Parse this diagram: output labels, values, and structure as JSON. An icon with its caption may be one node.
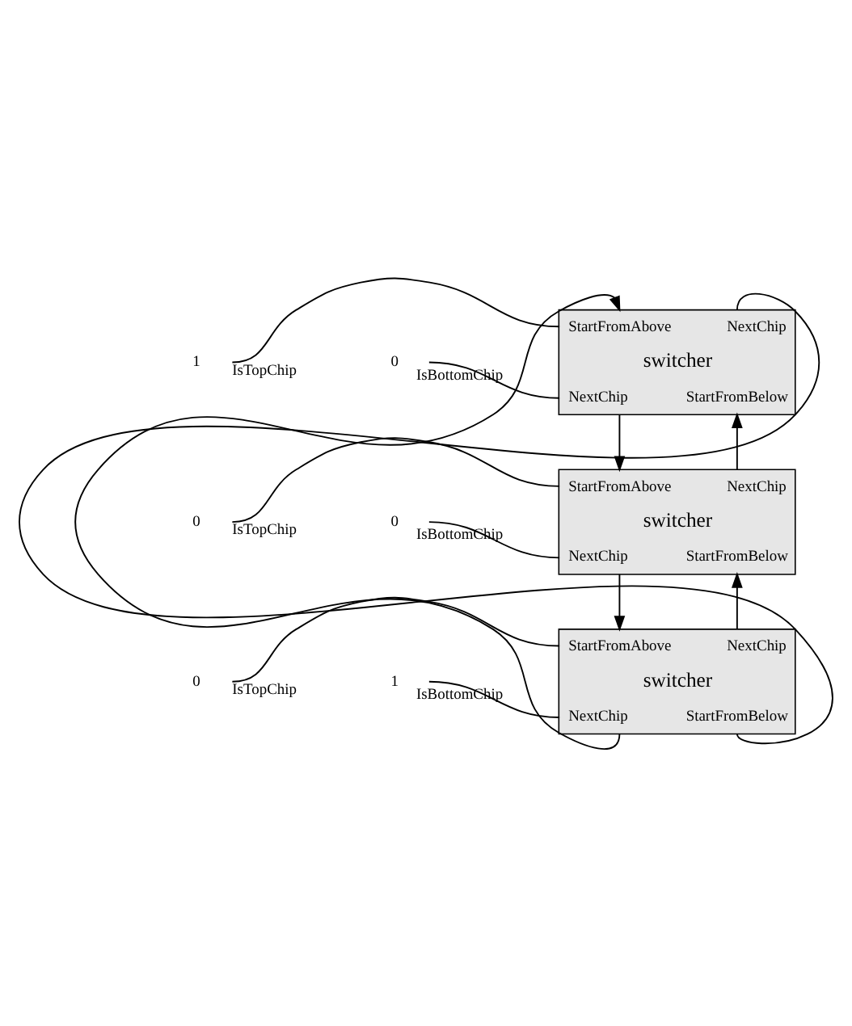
{
  "diagram": {
    "nodes": [
      {
        "text": [
          "StartFromAbove",
          "NextChip",
          "switcher",
          "NextChip",
          "StartFromBelow"
        ]
      },
      {
        "text": [
          "1"
        ]
      },
      {
        "text": [
          "0"
        ]
      },
      {
        "text": [
          "StartFromAbove",
          "NextChip",
          "switcher",
          "NextChip",
          "StartFromBelow"
        ]
      },
      {
        "text": [
          "0"
        ]
      },
      {
        "text": [
          "0"
        ]
      },
      {
        "text": [
          "StartFromAbove",
          "NextChip",
          "switcher",
          "NextChip",
          "StartFromBelow"
        ]
      },
      {
        "text": [
          "0"
        ]
      },
      {
        "text": [
          "1"
        ]
      }
    ],
    "edges": [
      {
        "from": 1,
        "to": 0,
        "arrow": "none",
        "label": "IsTopChip"
      },
      {
        "from": 2,
        "to": 0,
        "arrow": "none",
        "label": "IsBottomChip"
      },
      {
        "from": 4,
        "to": 3,
        "arrow": "none",
        "label": "IsTopChip"
      },
      {
        "from": 5,
        "to": 3,
        "arrow": "none",
        "label": "IsBottomChip"
      },
      {
        "from": 7,
        "to": 6,
        "arrow": "none",
        "label": "IsTopChip"
      },
      {
        "from": 8,
        "to": 6,
        "arrow": "none",
        "label": "IsBottomChip"
      },
      {
        "from": 0,
        "to": 3,
        "arrow": "to"
      },
      {
        "from": 3,
        "to": 0,
        "arrow": "to"
      },
      {
        "from": 3,
        "to": 6,
        "arrow": "to"
      },
      {
        "from": 6,
        "to": 3,
        "arrow": "to"
      },
      {
        "from": 6,
        "to": 0,
        "arrow": "to"
      },
      {
        "from": 0,
        "to": 6,
        "arrow": "none"
      }
    ]
  }
}
